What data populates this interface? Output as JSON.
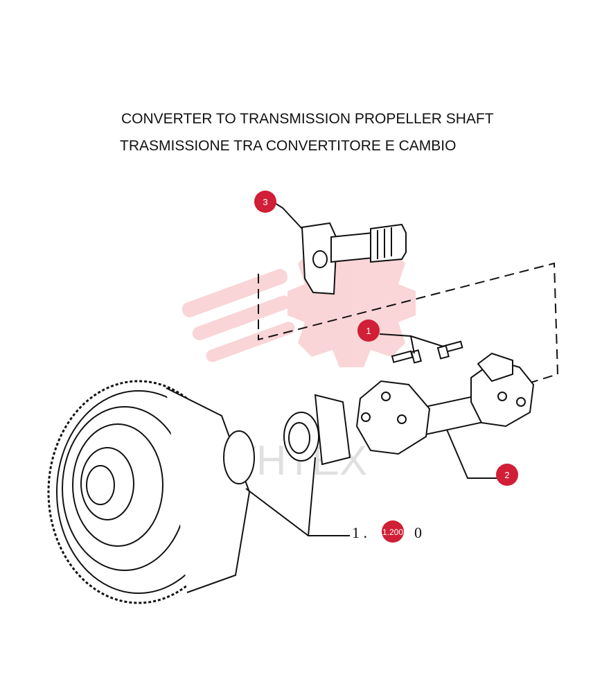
{
  "title": {
    "english": "CONVERTER TO TRANSMISSION PROPELLER SHAFT",
    "italian": "TRASMISSIONE TRA  CONVERTITORE E CAMBIO"
  },
  "callouts": [
    {
      "id": "3",
      "label": "3"
    },
    {
      "id": "1",
      "label": "1"
    },
    {
      "id": "2",
      "label": "2"
    }
  ],
  "reference": {
    "prefix": "1 .",
    "badge": "1.200",
    "suffix": "0"
  },
  "watermark": {
    "text": "VHTEX",
    "color": "#e8484f"
  },
  "colors": {
    "callout_fill": "#d01f36",
    "line": "#111111"
  }
}
